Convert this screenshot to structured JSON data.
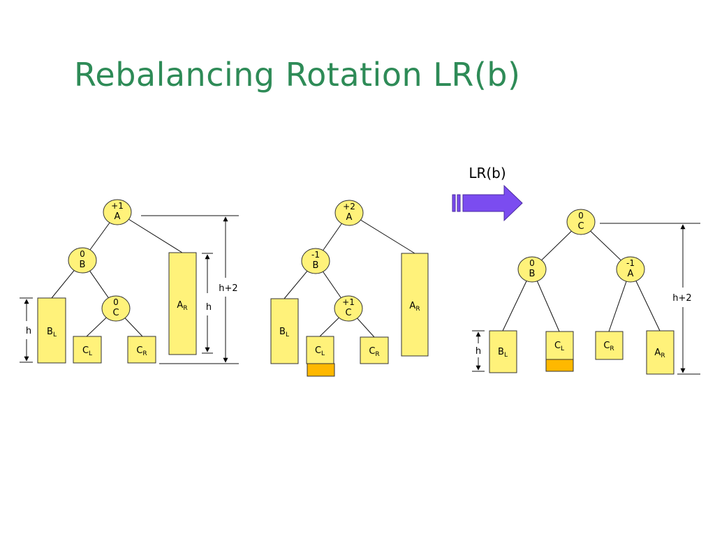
{
  "title": "Rebalancing Rotation LR(b)",
  "arrow_label": "LR(b)",
  "colors": {
    "title": "#2e8b57",
    "node": "#fff27a",
    "added_level": "#ffb800",
    "arrow": "#7b4cf0"
  },
  "trees": [
    {
      "id": "before-insert",
      "nodes": [
        {
          "id": "A",
          "balance": "+1",
          "label": "A"
        },
        {
          "id": "B",
          "balance": "0",
          "label": "B"
        },
        {
          "id": "C",
          "balance": "0",
          "label": "C"
        }
      ],
      "subtrees": [
        {
          "id": "BL",
          "base": "B",
          "sub": "L"
        },
        {
          "id": "CL",
          "base": "C",
          "sub": "L"
        },
        {
          "id": "CR",
          "base": "C",
          "sub": "R"
        },
        {
          "id": "AR",
          "base": "A",
          "sub": "R"
        }
      ],
      "dimensions": [
        "h",
        "h",
        "h+2"
      ]
    },
    {
      "id": "after-insert",
      "nodes": [
        {
          "id": "A",
          "balance": "+2",
          "label": "A"
        },
        {
          "id": "B",
          "balance": "-1",
          "label": "B"
        },
        {
          "id": "C",
          "balance": "+1",
          "label": "C"
        }
      ],
      "subtrees": [
        {
          "id": "BL",
          "base": "B",
          "sub": "L"
        },
        {
          "id": "CL",
          "base": "C",
          "sub": "L"
        },
        {
          "id": "CR",
          "base": "C",
          "sub": "R"
        },
        {
          "id": "AR",
          "base": "A",
          "sub": "R"
        }
      ]
    },
    {
      "id": "after-rotation",
      "nodes": [
        {
          "id": "C",
          "balance": "0",
          "label": "C"
        },
        {
          "id": "B",
          "balance": "0",
          "label": "B"
        },
        {
          "id": "A",
          "balance": "-1",
          "label": "A"
        }
      ],
      "subtrees": [
        {
          "id": "BL",
          "base": "B",
          "sub": "L"
        },
        {
          "id": "CL",
          "base": "C",
          "sub": "L"
        },
        {
          "id": "CR",
          "base": "C",
          "sub": "R"
        },
        {
          "id": "AR",
          "base": "A",
          "sub": "R"
        }
      ],
      "dimensions": [
        "h",
        "h+2"
      ]
    }
  ]
}
